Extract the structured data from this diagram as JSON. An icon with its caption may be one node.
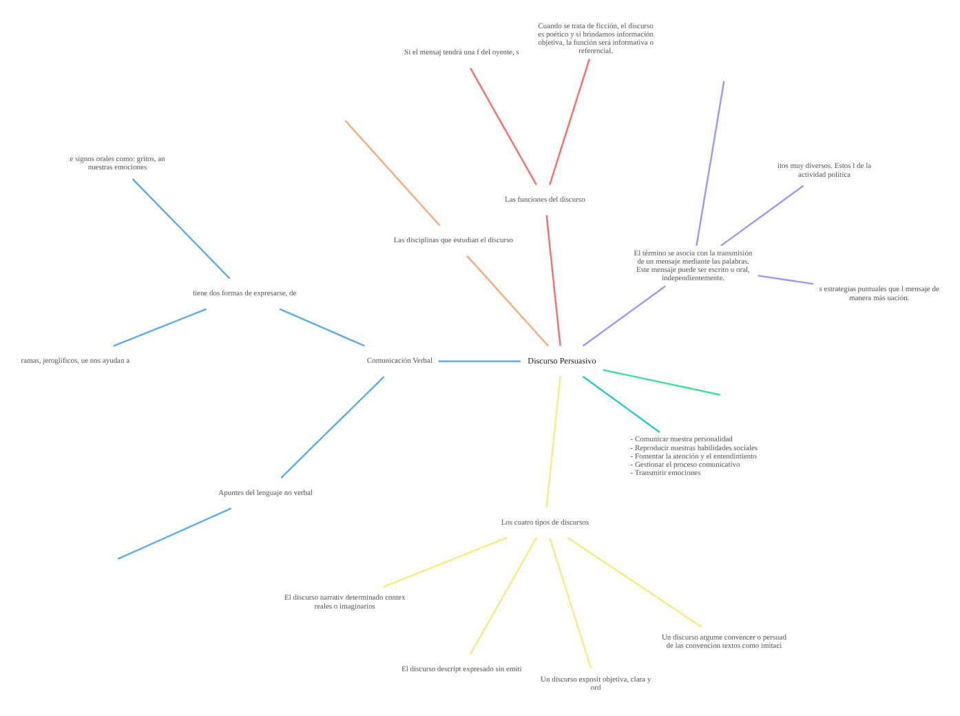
{
  "diagram": {
    "nodes": [
      {
        "text": [
          "Discurso Persuasivo"
        ]
      },
      {
        "text": [
          "El término se asocia con la transmisión de un mensaje mediante las palabras. Este mensaje puede ser escrito u oral, independientemente."
        ]
      },
      {
        "text": [
          "s estrategias puntuales que l mensaje de manera más uación."
        ]
      },
      {
        "text": [
          "itos muy diversos. Estos l de la actividad política"
        ]
      },
      {
        "text": [
          "Las funciones del discurso"
        ]
      },
      {
        "text": [
          "Cuando se trata de ficción, el discurso es poético y si brindamos información objetiva, la función será informativa o referencial."
        ]
      },
      {
        "text": [
          "Si el mensaj tendrá una f del oyente, s"
        ]
      },
      {
        "text": [
          "Las disciplinas que estudian el discurso"
        ]
      },
      {
        "text": [
          "Comunicación Verbal"
        ]
      },
      {
        "text": [
          "tiene dos formas de expresarse, de"
        ]
      },
      {
        "text": [
          "e signos orales como: gritos, an nuestras emociones"
        ]
      },
      {
        "text": [
          "ramas, jeroglíficos, ue nos ayudan a"
        ]
      },
      {
        "text": [
          "Apuntes del lenguaje no verbal"
        ]
      },
      {
        "text": [
          "Los cuatro tipos de discursos"
        ]
      },
      {
        "text": [
          "El discurso narrativ determinado contex reales o imaginarios"
        ]
      },
      {
        "text": [
          "El discurso descript expresado sin emiti"
        ]
      },
      {
        "text": [
          "Un discurso exposit objetiva, clara y ord"
        ]
      },
      {
        "text": [
          "Un discurso argume convencer o persuad de las convencion textos como imitaci"
        ]
      },
      {
        "text": [
          "- Comunicar nuestra personalidad - Reproducir nuestras habilidades sociales - Fomentar la atención y el entendimiento - Gestionar el proceso comunicativo - Transmitir emociones"
        ]
      }
    ],
    "edges": [
      {
        "from": 0,
        "to": 1,
        "arrow": "none",
        "color": "#9999ff"
      },
      {
        "from": 1,
        "to": null,
        "arrow": "none",
        "color": "#9999ff"
      },
      {
        "from": 1,
        "to": 2,
        "arrow": "none",
        "color": "#9999ff"
      },
      {
        "from": 1,
        "to": 3,
        "arrow": "none",
        "color": "#9999ff"
      },
      {
        "from": 0,
        "to": 4,
        "arrow": "none",
        "color": "#ff6b6b"
      },
      {
        "from": 4,
        "to": 5,
        "arrow": "none",
        "color": "#ff6b6b"
      },
      {
        "from": 4,
        "to": 6,
        "arrow": "none",
        "color": "#ff6b6b"
      },
      {
        "from": 0,
        "to": 7,
        "arrow": "none",
        "color": "#ffaa77"
      },
      {
        "from": 7,
        "to": null,
        "arrow": "none",
        "color": "#ffaa77"
      },
      {
        "from": 0,
        "to": 8,
        "arrow": "none",
        "color": "#5aabf0"
      },
      {
        "from": 8,
        "to": 9,
        "arrow": "none",
        "color": "#5aabf0"
      },
      {
        "from": 9,
        "to": 10,
        "arrow": "none",
        "color": "#5aabf0"
      },
      {
        "from": 9,
        "to": 11,
        "arrow": "none",
        "color": "#5aabf0"
      },
      {
        "from": 8,
        "to": 12,
        "arrow": "none",
        "color": "#5aabf0"
      },
      {
        "from": 12,
        "to": null,
        "arrow": "none",
        "color": "#5aabf0"
      },
      {
        "from": 0,
        "to": 13,
        "arrow": "none",
        "color": "#f5ec80"
      },
      {
        "from": 13,
        "to": 14,
        "arrow": "none",
        "color": "#f5ec80"
      },
      {
        "from": 13,
        "to": 15,
        "arrow": "none",
        "color": "#f5ec80"
      },
      {
        "from": 13,
        "to": 16,
        "arrow": "none",
        "color": "#f5ec80"
      },
      {
        "from": 13,
        "to": 17,
        "arrow": "none",
        "color": "#f5ec80"
      },
      {
        "from": 0,
        "to": 18,
        "arrow": "none",
        "color": "#1fc8d0"
      },
      {
        "from": 0,
        "to": null,
        "arrow": "none",
        "color": "#3ddc97"
      }
    ]
  }
}
